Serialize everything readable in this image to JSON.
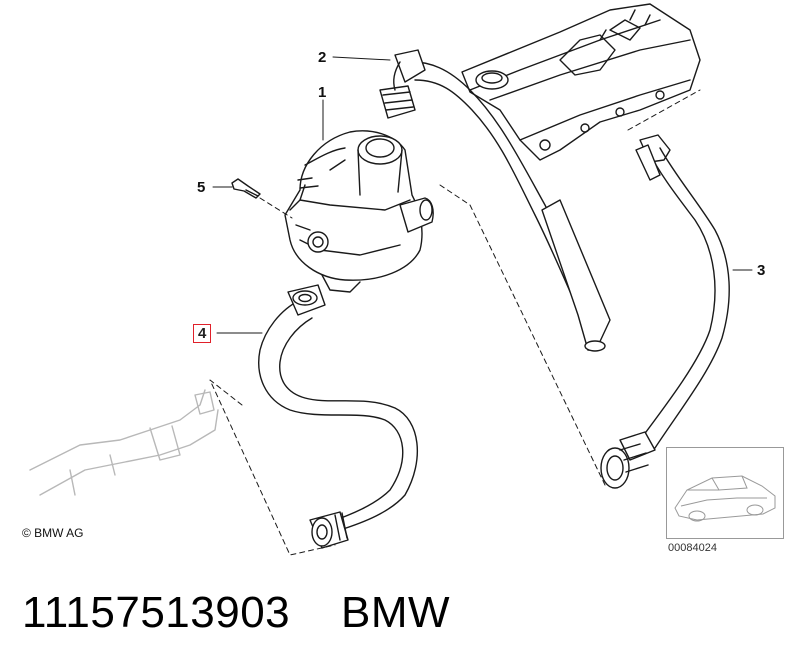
{
  "callouts": {
    "c1": "1",
    "c2": "2",
    "c3": "3",
    "c4": "4",
    "c5": "5"
  },
  "copyright": "© BMW AG",
  "reference_number": "00084024",
  "caption": "11157513903    BMW",
  "colors": {
    "line": "#1a1a1a",
    "highlight_box": "#e0202a"
  },
  "icons": [
    "car-thumbnail-icon"
  ]
}
